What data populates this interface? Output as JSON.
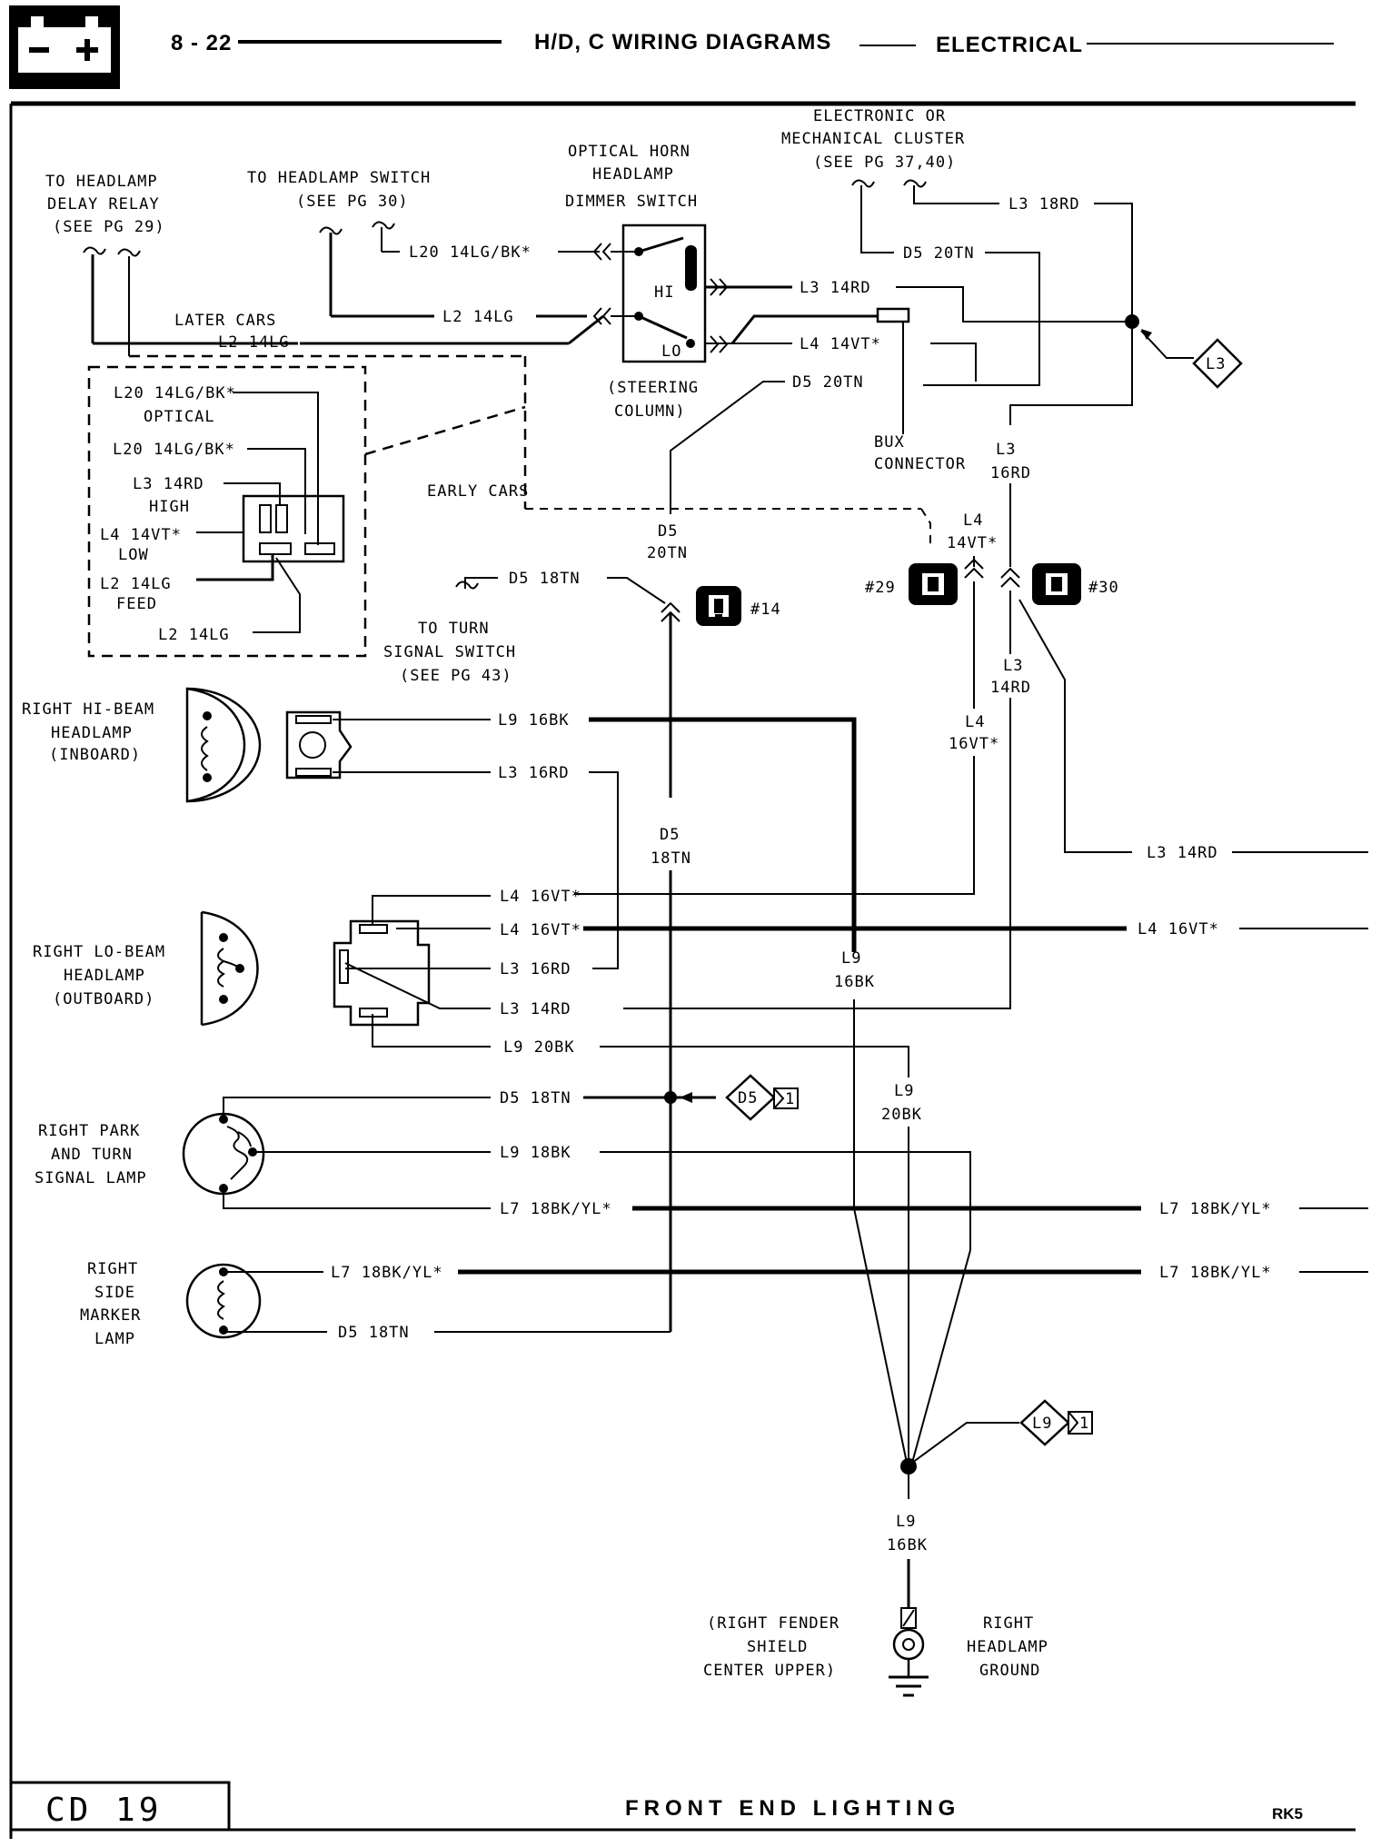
{
  "header": {
    "page_number": "8 - 22",
    "section": "H/D, C WIRING DIAGRAMS",
    "group": "ELECTRICAL"
  },
  "footer": {
    "code": "CD  19",
    "title": "FRONT END LIGHTING",
    "id": "RK5"
  },
  "labels": {
    "headlamp_delay": [
      "TO HEADLAMP",
      "DELAY RELAY",
      "(SEE PG 29)"
    ],
    "headlamp_switch": [
      "TO HEADLAMP SWITCH",
      "(SEE PG 30)"
    ],
    "dimmer": [
      "OPTICAL HORN",
      "HEADLAMP",
      "DIMMER SWITCH"
    ],
    "cluster": [
      "ELECTRONIC OR",
      "MECHANICAL CLUSTER",
      "(SEE PG 37,40)"
    ],
    "steering": [
      "(STEERING",
      "COLUMN)"
    ],
    "bux": [
      "BUX",
      "CONNECTOR"
    ],
    "turn_switch": [
      "TO TURN",
      "SIGNAL SWITCH",
      "(SEE PG 43)"
    ],
    "later_cars": "LATER CARS",
    "early_cars": "EARLY CARS",
    "optical": "OPTICAL",
    "high": "HIGH",
    "low": "LOW",
    "feed": "FEED",
    "hi": "HI",
    "lo": "LO",
    "r_hi_beam": [
      "RIGHT HI-BEAM",
      "HEADLAMP",
      "(INBOARD)"
    ],
    "r_lo_beam": [
      "RIGHT LO-BEAM",
      "HEADLAMP",
      "(OUTBOARD)"
    ],
    "r_park": [
      "RIGHT PARK",
      "AND TURN",
      "SIGNAL LAMP"
    ],
    "r_marker": [
      "RIGHT",
      "SIDE",
      "MARKER",
      "LAMP"
    ],
    "fender": [
      "(RIGHT FENDER",
      "SHIELD",
      "CENTER UPPER)"
    ],
    "ground": [
      "RIGHT",
      "HEADLAMP",
      "GROUND"
    ]
  },
  "connectors": {
    "c14": "#14",
    "c29": "#29",
    "c30": "#30"
  },
  "splices": {
    "l3": "L3",
    "d5": "D5",
    "l9": "L9",
    "one": "1"
  },
  "wires": {
    "l20_14lg_bk": "L20 14LG/BK*",
    "l2_14lg": "L2 14LG",
    "l3_14rd": "L3 14RD",
    "l4_14vt": "L4 14VT*",
    "d5_20tn": "D5 20TN",
    "l3_18rd": "L3 18RD",
    "d5_18tn": "D5 18TN",
    "l9_16bk": "L9 16BK",
    "l3_16rd": "L3 16RD",
    "l4_16vt": "L4 16VT*",
    "l9_20bk": "L9 20BK",
    "l9_18bk": "L9 18BK",
    "l7_18bk_yl": "L7 18BK/YL*",
    "l3_14rd_box": "L3 14RD",
    "l4_14vt_box": "L4 14VT*"
  },
  "vlabels": {
    "d5_20tn": [
      "D5",
      "20TN"
    ],
    "d5_18tn": [
      "D5",
      "18TN"
    ],
    "l3_16rd": [
      "L3",
      "16RD"
    ],
    "l4_14vt": [
      "L4",
      "14VT*"
    ],
    "l3_14rd": [
      "L3",
      "14RD"
    ],
    "l4_16vt": [
      "L4",
      "16VT*"
    ],
    "l9_16bk": [
      "L9",
      "16BK"
    ],
    "l9_20bk": [
      "L9",
      "20BK"
    ],
    "l9_16bk_gnd": [
      "L9",
      "16BK"
    ]
  }
}
